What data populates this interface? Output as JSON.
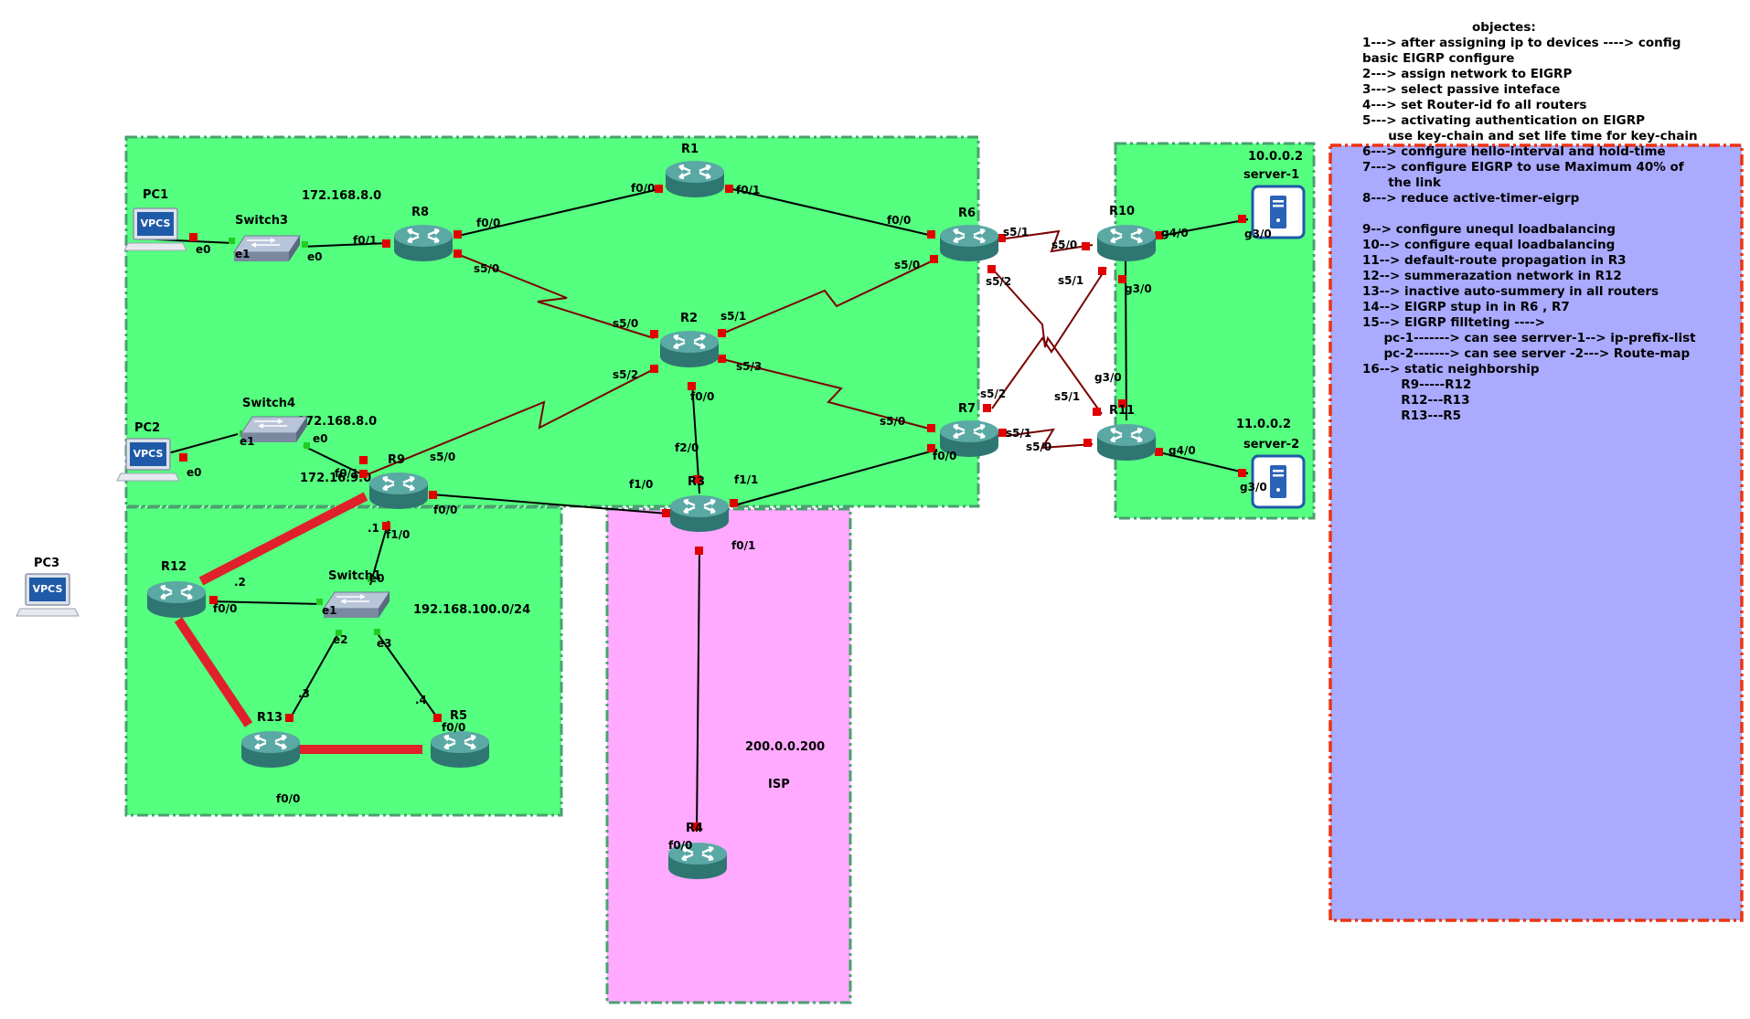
{
  "devices": {
    "R1": "R1",
    "R2": "R2",
    "R3": "R3",
    "R4": "R4",
    "R5": "R5",
    "R6": "R6",
    "R7": "R7",
    "R8": "R8",
    "R9": "R9",
    "R10": "R10",
    "R11": "R11",
    "R12": "R12",
    "R13": "R13",
    "PC1": "PC1",
    "PC2": "PC2",
    "PC3": "PC3",
    "Switch1": "Switch1",
    "Switch3": "Switch3",
    "Switch4": "Switch4",
    "server1": "server-1",
    "server2": "server-2",
    "vpcs_icon_text": "VPCS"
  },
  "areas": {
    "net_sw3": "172.168.8.0",
    "net_sw4": "172.168.8.0",
    "net_r9": "172.16.9.0",
    "net_sw1": "192.168.100.0/24",
    "net_server1": "10.0.0.2",
    "net_server2": "11.0.0.2",
    "net_isp": "200.0.0.200",
    "isp": "ISP"
  },
  "ports": {
    "pc1_e0": "e0",
    "sw3_e1": "e1",
    "sw3_e0": "e0",
    "r8_f01": "f0/1",
    "r8_f00": "f0/0",
    "r8_s50": "s5/0",
    "r1_f00": "f0/0",
    "r1_f01": "f0/1",
    "r6_f00": "f0/0",
    "r6_s51": "s5/1",
    "r6_s50": "s5/0",
    "r6_s52": "s5/2",
    "r10_s50": "s5/0",
    "r10_s51": "s5/1",
    "r10_g40": "g4/0",
    "r10_g30": "g3/0",
    "srv1_g30": "g3/0",
    "r2_s50": "s5/0",
    "r2_s51": "s5/1",
    "r2_s52": "s5/2",
    "r2_s53": "s5/3",
    "r2_f00": "f0/0",
    "r7_s52": "s5/2",
    "r7_s50": "s5/0",
    "r7_s51": "s5/1",
    "r7_f00": "f0/0",
    "r11_s51": "s5/1",
    "r11_s50": "s5/0",
    "r11_g30": "g3/0",
    "r11_g40": "g4/0",
    "srv2_g30": "g3/0",
    "r3_f20": "f2/0",
    "r3_f10": "f1/0",
    "r3_f11": "f1/1",
    "r3_f01": "f0/1",
    "r4_f00": "f0/0",
    "pc2_e0": "e0",
    "sw4_e1": "e1",
    "sw4_e0": "e0",
    "r9_f01": "f0/1",
    "r9_s50": "s5/0",
    "r9_f00": "f0/0",
    "r9_f10": "f1/0",
    "r9_dot": ".1",
    "sw1_e0": "e0",
    "sw1_e1": "e1",
    "sw1_e2": "e2",
    "sw1_e3": "e3",
    "r12_dot": ".2",
    "r12_f00": "f0/0",
    "r13_dot": ".3",
    "r13_f00": "f0/0",
    "r5_dot": ".4",
    "r5_f00": "f0/0"
  },
  "objectives": {
    "title": "objectes:",
    "lines": [
      "1---> after assigning ip to devices ----> config",
      "basic EIGRP configure",
      "2---> assign network to EIGRP",
      "3---> select passive inteface",
      "4---> set Router-id fo all routers",
      "5---> activating authentication on EIGRP",
      "      use key-chain and set life time for key-chain",
      "6---> configure hello-interval and hold-time",
      "7---> configure EIGRP to use Maximum 40% of",
      "      the link",
      "8---> reduce active-timer-eigrp",
      "",
      "9--> configure unequl loadbalancing",
      "10--> configure equal loadbalancing",
      "11--> default-route propagation in R3",
      "12--> summerazation network in R12",
      "13--> inactive auto-summery in all routers",
      "14--> EIGRP stup in in R6 , R7",
      "15--> EIGRP fillteting ---->",
      "     pc-1-------> can see serrver-1--> ip-prefix-list",
      "     pc-2-------> can see server -2---> Route-map",
      "16--> static neighborship",
      "         R9-----R12",
      "         R12---R13",
      "         R13---R5"
    ]
  },
  "colors": {
    "area_green": "#55ff7f",
    "area_pink": "#ffaaff",
    "area_blue": "#aaaaff",
    "area_border_green": "#4aa070",
    "area_border_red": "#ee3311",
    "router_body": "#3d8a86",
    "router_top": "#5aa9a5",
    "port": "#e00000",
    "serial_link": "#7a0000",
    "static_link": "#e0202a"
  }
}
